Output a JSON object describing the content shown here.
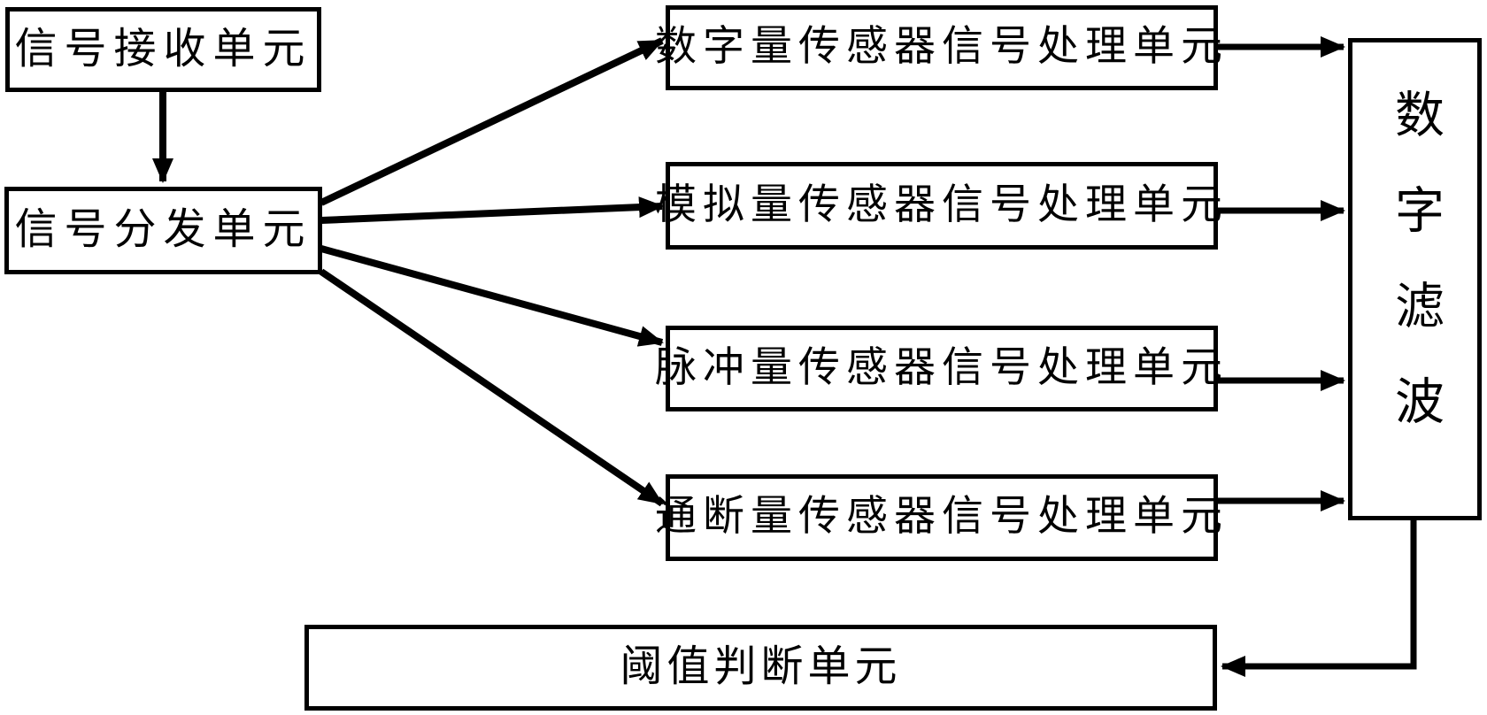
{
  "diagram": {
    "background_color": "#ffffff",
    "line_color": "#000000",
    "text_color": "#000000"
  },
  "nodes": {
    "receive": {
      "label": "信号接收单元"
    },
    "distribute": {
      "label": "信号分发单元"
    },
    "proc_digital": {
      "label": "数字量传感器信号处理单元"
    },
    "proc_analog": {
      "label": "模拟量传感器信号处理单元"
    },
    "proc_pulse": {
      "label": "脉冲量传感器信号处理单元"
    },
    "proc_onoff": {
      "label": "通断量传感器信号处理单元"
    },
    "filter": {
      "label": "数字滤波"
    },
    "threshold": {
      "label": "阈值判断单元"
    }
  },
  "edges": [
    {
      "from": "receive",
      "to": "distribute"
    },
    {
      "from": "distribute",
      "to": "proc_digital"
    },
    {
      "from": "distribute",
      "to": "proc_analog"
    },
    {
      "from": "distribute",
      "to": "proc_pulse"
    },
    {
      "from": "distribute",
      "to": "proc_onoff"
    },
    {
      "from": "proc_digital",
      "to": "filter"
    },
    {
      "from": "proc_analog",
      "to": "filter"
    },
    {
      "from": "proc_pulse",
      "to": "filter"
    },
    {
      "from": "proc_onoff",
      "to": "filter"
    },
    {
      "from": "filter",
      "to": "threshold"
    }
  ]
}
